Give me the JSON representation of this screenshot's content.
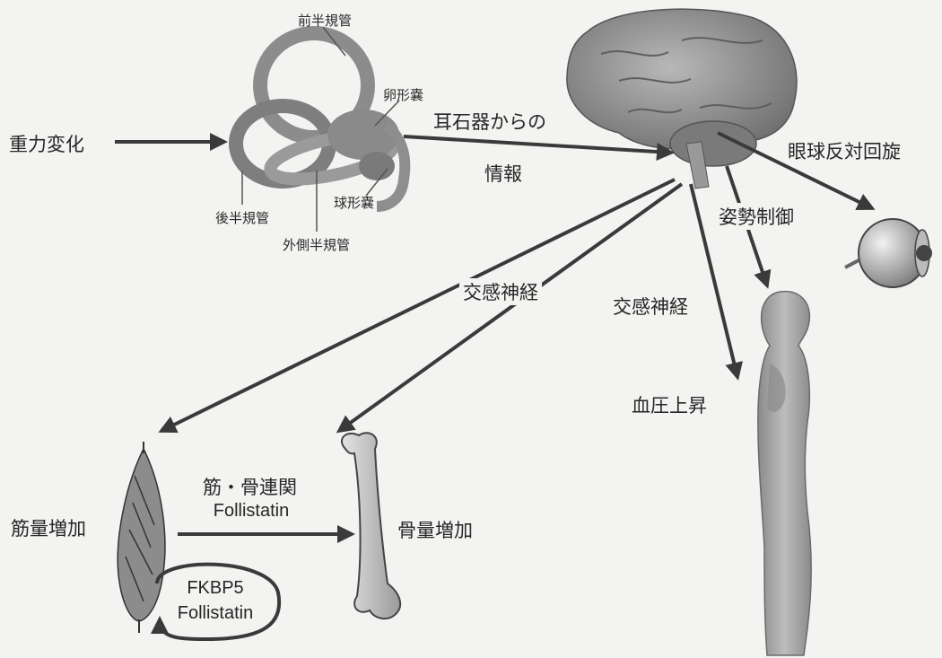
{
  "labels": {
    "gravity_change": "重力変化",
    "anterior_canal": "前半規管",
    "utricle": "卵形嚢",
    "posterior_canal": "後半規管",
    "saccule": "球形嚢",
    "lateral_canal": "外側半規管",
    "otolith_info_line1": "耳石器からの",
    "otolith_info_line2": "情報",
    "ocular_counter_rolling": "眼球反対回旋",
    "posture_control": "姿勢制御",
    "sympathetic_1": "交感神経",
    "sympathetic_2": "交感神経",
    "bp_rise": "血圧上昇",
    "muscle_increase": "筋量増加",
    "muscle_bone_line1": "筋・骨連関",
    "muscle_bone_line2": "Follistatin",
    "bone_increase": "骨量増加",
    "fkbp5_line1": "FKBP5",
    "fkbp5_line2": "Follistatin"
  },
  "icons": [
    "inner-ear-icon",
    "brain-icon",
    "eyeball-icon",
    "human-body-icon",
    "muscle-icon",
    "bone-icon"
  ],
  "colors": {
    "arrow": "#3a3a3a",
    "organ": "#8c8c8c",
    "background": "#f3f3f1"
  }
}
